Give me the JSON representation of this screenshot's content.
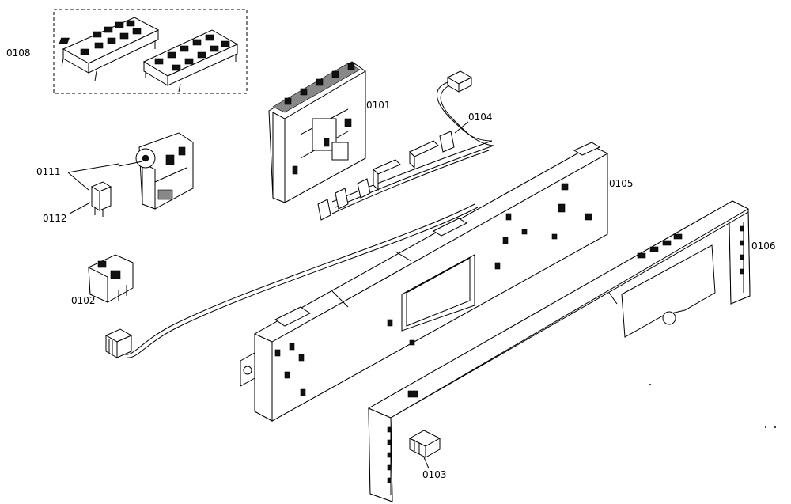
{
  "labels": {
    "p0108": "0108",
    "p0101": "0101",
    "p0104": "0104",
    "p0111": "0111",
    "p0112": "0112",
    "p0105": "0105",
    "p0106": "0106",
    "p0102": "0102",
    "p0103": "0103"
  }
}
